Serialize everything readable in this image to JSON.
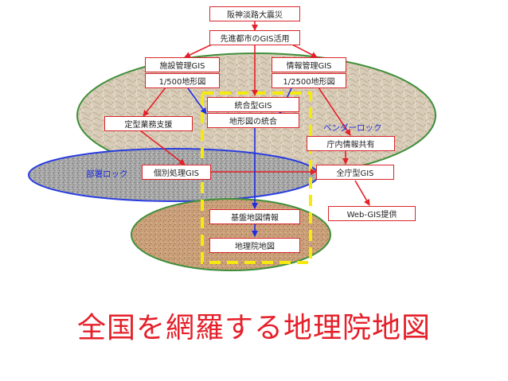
{
  "colors": {
    "red": "#e5202a",
    "blue": "#1f2de0",
    "yellow": "#f5e90f",
    "green_region": "#3f8f3a",
    "blue_region": "#2a3de0",
    "orange_region": "#c46a2c"
  },
  "nodes": {
    "hanshin": "阪神淡路大震災",
    "senshin": "先進都市のGIS活用",
    "shisetsu": "施設管理GIS",
    "shisetsu_map": "1/500地形図",
    "joho": "情報管理GIS",
    "joho_map": "1/2500地形図",
    "togo": "統合型GIS",
    "togo_sub": "地形図の統合",
    "teikei": "定型業務支援",
    "chonai": "庁内情報共有",
    "kobetsu": "個別処理GIS",
    "zencho": "全庁型GIS",
    "webgis": "Web-GIS提供",
    "kiban": "基盤地図情報",
    "chiriin": "地理院地図"
  },
  "labels": {
    "vendor_lock": "ベンダーロック",
    "bumon_lock": "部署ロック"
  },
  "title": "全国を網羅する地理院地図"
}
